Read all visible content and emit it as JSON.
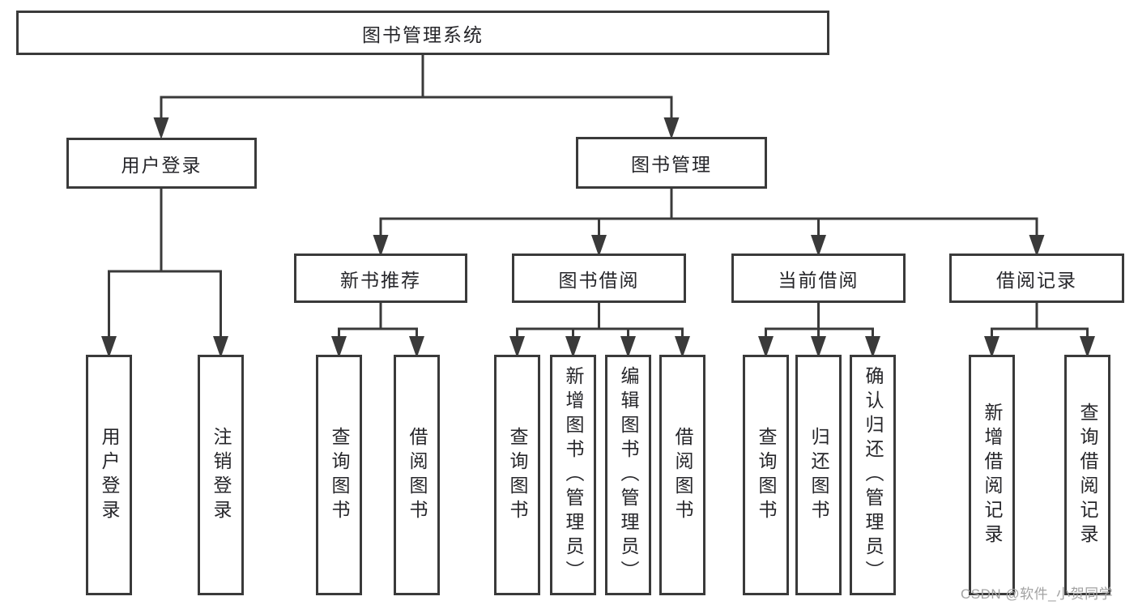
{
  "diagram": {
    "root": {
      "label": "图书管理系统"
    },
    "branches": [
      {
        "label": "用户登录",
        "children": [
          {
            "label": "用户登录"
          },
          {
            "label": "注销登录"
          }
        ]
      },
      {
        "label": "图书管理",
        "children": [
          {
            "label": "新书推荐",
            "children": [
              {
                "label": "查询图书"
              },
              {
                "label": "借阅图书"
              }
            ]
          },
          {
            "label": "图书借阅",
            "children": [
              {
                "label": "查询图书"
              },
              {
                "label": "新增图书（管理员）"
              },
              {
                "label": "编辑图书（管理员）"
              },
              {
                "label": "借阅图书"
              }
            ]
          },
          {
            "label": "当前借阅",
            "children": [
              {
                "label": "查询图书"
              },
              {
                "label": "归还图书"
              },
              {
                "label": "确认归还（管理员）"
              }
            ]
          },
          {
            "label": "借阅记录",
            "children": [
              {
                "label": "新增借阅记录"
              },
              {
                "label": "查询借阅记录"
              }
            ]
          }
        ]
      }
    ]
  },
  "watermark": {
    "text": "CSDN @软件_小贺同学"
  },
  "colors": {
    "line": "#3a3a3a",
    "text": "#26262a",
    "bg": "#ffffff",
    "watermark": "#a2a2a2"
  }
}
